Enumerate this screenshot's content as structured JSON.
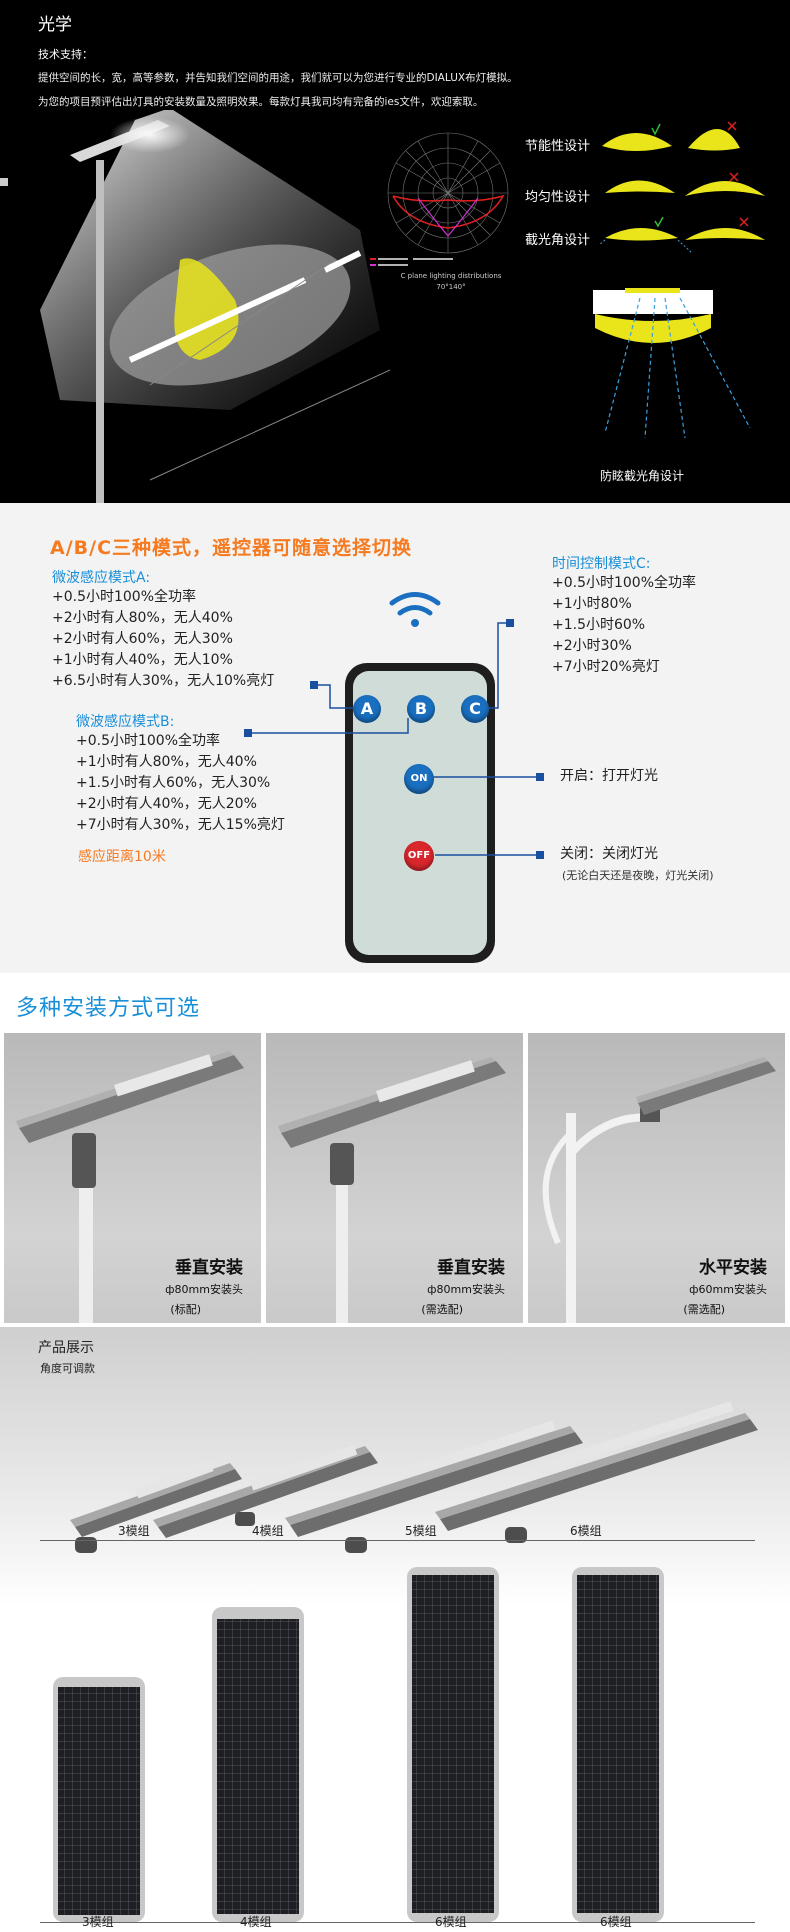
{
  "optics": {
    "title": "光学",
    "tech_label": "技术支持：",
    "tech_line1": "提供空间的长，宽，高等参数，并告知我们空间的用途，我们就可以为您进行专业的DIALUX布灯模拟。",
    "tech_line2": "为您的项目预评估出灯具的安装数量及照明效果。每款灯具我司均有完备的ies文件，欢迎索取。",
    "polar_caption": "C plane lighting distributions",
    "polar_angle": "70°140°",
    "design_items": [
      "节能性设计",
      "均匀性设计",
      "截光角设计"
    ],
    "anti_glare_label": "防眩截光角设计",
    "colors": {
      "beam": "#e9e51a",
      "cross": "#e02020",
      "check": "#2fbf2f",
      "dash": "#3a9fe0"
    }
  },
  "remote": {
    "heading": "A/B/C三种模式，遥控器可随意选择切换",
    "mode_a": {
      "title": "微波感应模式A:",
      "lines": [
        "+0.5小时100%全功率",
        "+2小时有人80%，无人40%",
        "+2小时有人60%，无人30%",
        "+1小时有人40%，无人10%",
        "+6.5小时有人30%，无人10%亮灯"
      ]
    },
    "mode_b": {
      "title": "微波感应模式B:",
      "lines": [
        "+0.5小时100%全功率",
        "+1小时有人80%，无人40%",
        "+1.5小时有人60%，无人30%",
        "+2小时有人40%，无人20%",
        "+7小时有人30%，无人15%亮灯"
      ],
      "range": "感应距离10米"
    },
    "mode_c": {
      "title": "时间控制模式C:",
      "lines": [
        "+0.5小时100%全功率",
        "+1小时80%",
        "+1.5小时60%",
        "+2小时30%",
        "+7小时20%亮灯"
      ]
    },
    "buttons": {
      "a": "A",
      "b": "B",
      "c": "C",
      "on": "ON",
      "off": "OFF"
    },
    "on_label": "开启：打开灯光",
    "off_label": "关闭：关闭灯光",
    "off_note": "(无论白天还是夜晚，灯光关闭)",
    "colors": {
      "accent": "#f57a20",
      "blue": "#1a8fd8",
      "button_blue": "#1a6fc0",
      "button_red": "#d8262c"
    }
  },
  "install": {
    "heading": "多种安装方式可选",
    "cards": [
      {
        "title": "垂直安装",
        "spec": "ф80mm安装头",
        "note": "(标配)"
      },
      {
        "title": "垂直安装",
        "spec": "ф80mm安装头",
        "note": "(需选配)"
      },
      {
        "title": "水平安装",
        "spec": "ф60mm安装头",
        "note": "(需选配)"
      }
    ]
  },
  "products": {
    "title": "产品展示",
    "subtitle": "角度可调款",
    "heads": [
      "3模组",
      "4模组",
      "5模组",
      "6模组"
    ],
    "panels": [
      "3模组",
      "4模组",
      "6模组",
      "6模组"
    ]
  }
}
